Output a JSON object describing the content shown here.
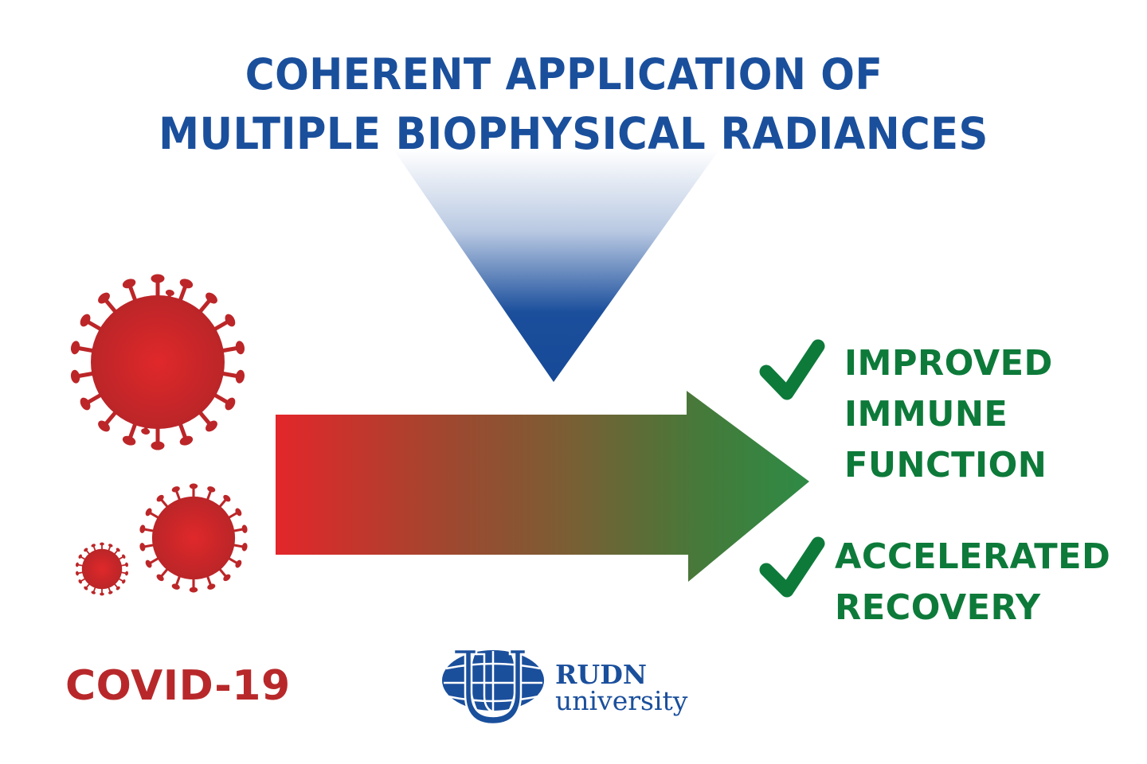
{
  "title": {
    "line1": "COHERENT APPLICATION OF",
    "line2": "MULTIPLE BIOPHYSICAL RADIANCES"
  },
  "left": {
    "label": "COVID-19",
    "icons": [
      "virus-icon-large",
      "virus-icon-medium",
      "virus-icon-small"
    ]
  },
  "benefits": [
    {
      "icon": "checkmark-icon",
      "lines": [
        "IMPROVED",
        "IMMUNE",
        "FUNCTION"
      ]
    },
    {
      "icon": "checkmark-icon",
      "lines": [
        "ACCELERATED",
        "RECOVERY"
      ]
    }
  ],
  "logo": {
    "name": "RUDN",
    "subtitle": "university"
  },
  "colors": {
    "title_blue": "#1a4f9c",
    "virus_red": "#c0272d",
    "arrow_start": "#e3262a",
    "arrow_end": "#2e8b45",
    "benefit_green": "#0d7a3a",
    "covid_label": "#b8282a"
  }
}
